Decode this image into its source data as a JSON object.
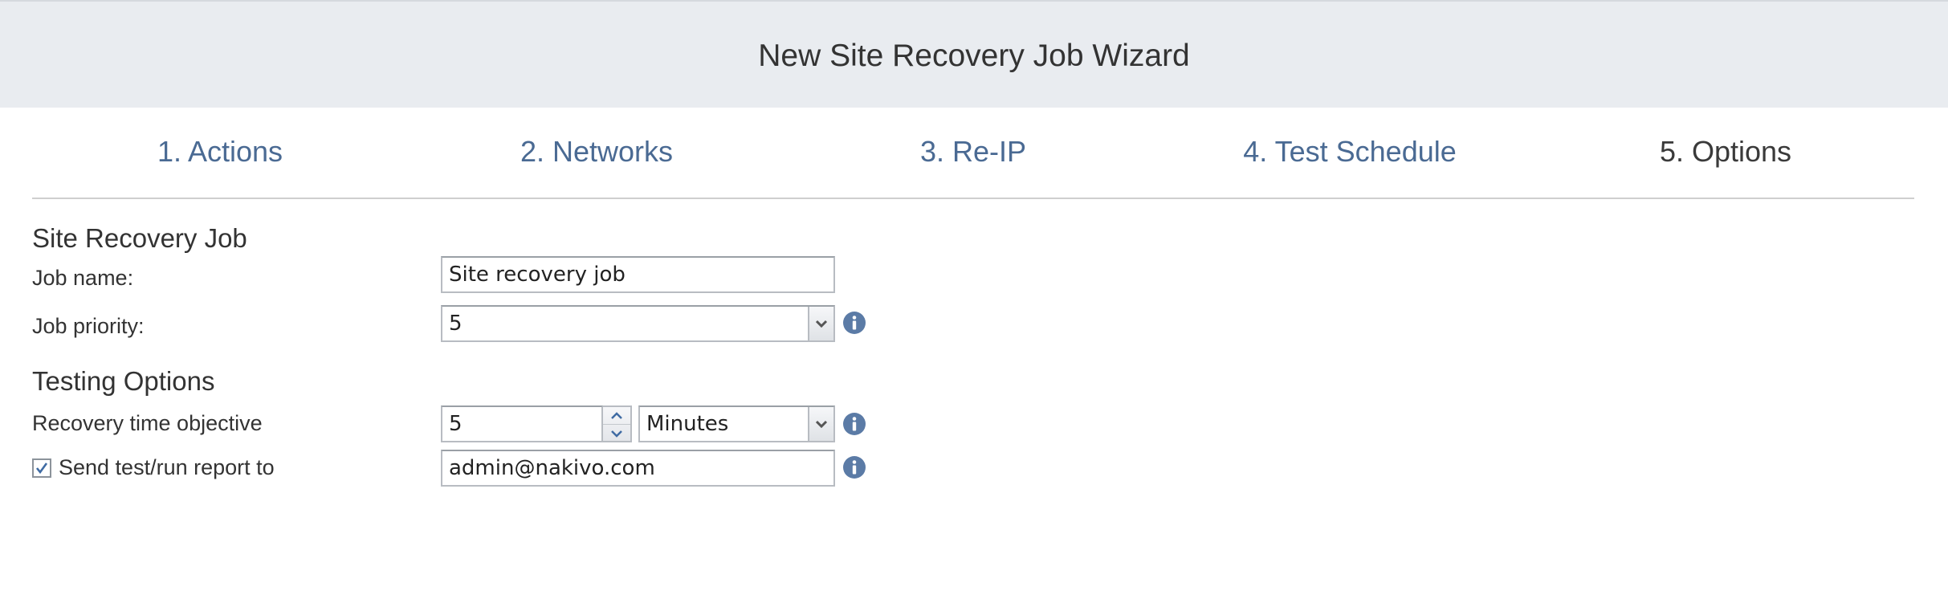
{
  "header": {
    "title": "New Site Recovery Job Wizard"
  },
  "steps": [
    {
      "label": "1. Actions",
      "active": false
    },
    {
      "label": "2. Networks",
      "active": false
    },
    {
      "label": "3. Re-IP",
      "active": false
    },
    {
      "label": "4. Test Schedule",
      "active": false
    },
    {
      "label": "5. Options",
      "active": true
    }
  ],
  "site_recovery_job": {
    "title": "Site Recovery Job",
    "job_name_label": "Job name:",
    "job_name_value": "Site recovery job",
    "job_priority_label": "Job priority:",
    "job_priority_value": "5"
  },
  "testing_options": {
    "title": "Testing Options",
    "rto_label": "Recovery time objective",
    "rto_value": "5",
    "rto_unit": "Minutes",
    "send_report_label": "Send test/run report to",
    "send_report_checked": true,
    "send_report_email": "admin@nakivo.com"
  },
  "icons": {
    "info": "info-icon",
    "dropdown": "chevron-down-icon",
    "spin_up": "chevron-up-icon",
    "spin_down": "chevron-down-icon",
    "check": "checkmark-icon"
  },
  "colors": {
    "header_bg": "#e9ecf0",
    "step_link": "#4a6a93",
    "step_active": "#3a3a3a",
    "info_icon": "#5b7ba6"
  }
}
